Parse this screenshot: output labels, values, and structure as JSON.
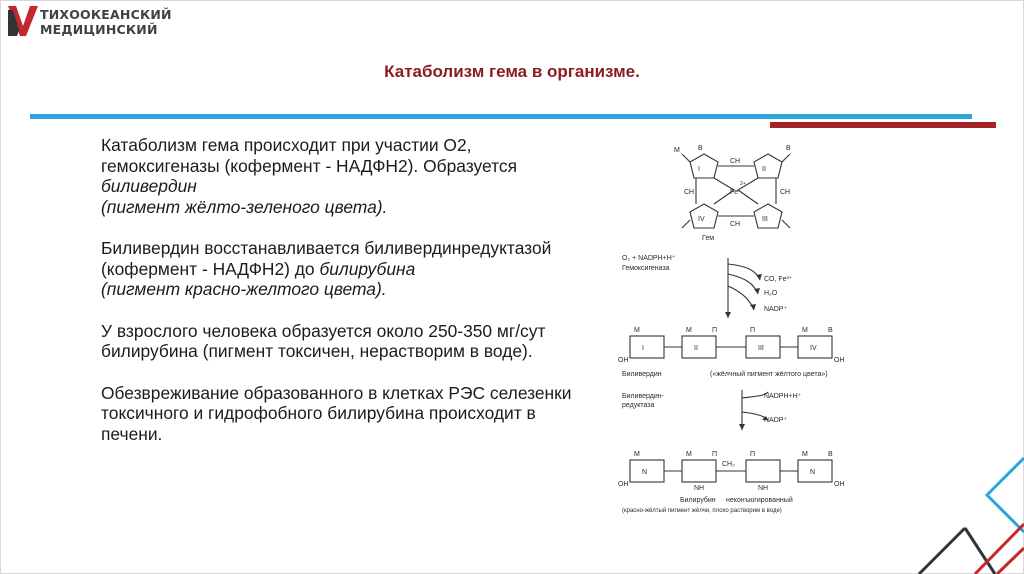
{
  "header": {
    "logo_line1": "ТИХООКЕАНСКИЙ",
    "logo_line2": "МЕДИЦИНСКИЙ",
    "colors": {
      "brand_red": "#c4272f",
      "brand_blue": "#2aa6dc",
      "title_red": "#8b1d22"
    }
  },
  "slide": {
    "title": "Катаболизм гема в организме."
  },
  "body": {
    "p1_text": "Катаболизм гема происходит при участии О2, гемоксигеназы (кофермент - НАДФН2). Образуется ",
    "p1_em1": "биливердин",
    "p1_em2": "(пигмент жёлто-зеленого цвета).",
    "p2_text": "Биливердин восстанавливается биливердинредуктазой (кофермент - НАДФН2) до ",
    "p2_em1": "билирубина",
    "p2_em2": "(пигмент красно-желтого цвета).",
    "p3": "У взрослого человека образуется около 250-350 мг/сут билирубина (пигмент токсичен, нерастворим в воде).",
    "p4": "Обезвреживание образованного в клетках РЭС селезенки токсичного и гидрофобного билирубина происходит в печени."
  },
  "figure": {
    "heme_label": "Гем",
    "heme_center": "Fe",
    "heme_charge": "2+",
    "ch_label": "CH",
    "ring_labels": [
      "I",
      "II",
      "III",
      "IV"
    ],
    "n_label": "N",
    "m_label": "M",
    "b_label": "B",
    "p_label": "П",
    "oh_label": "OH",
    "ch2_label": "CH₂",
    "nh_label": "NH",
    "step1_cofactor": "O₂ + NADPH+H⁺",
    "step1_enzyme": "Гемоксигеназа",
    "step1_products": [
      "CO, Fe³⁺",
      "H₂O",
      "NADP⁺"
    ],
    "biliverdin_label": "Биливердин",
    "biliverdin_note": "(«жёлчный пигмент жёлтого цвета»)",
    "step2_enzyme_line1": "Биливердин-",
    "step2_enzyme_line2": "редуктаза",
    "step2_cofactor_in": "NADPH+H⁺",
    "step2_cofactor_out": "NADP⁺",
    "bilirubin_label": "Билирубин",
    "bilirubin_type": "неконъюгированный",
    "bilirubin_note": "(красно-жёлтый пигмент жёлчи, плохо растворим в воде)"
  }
}
